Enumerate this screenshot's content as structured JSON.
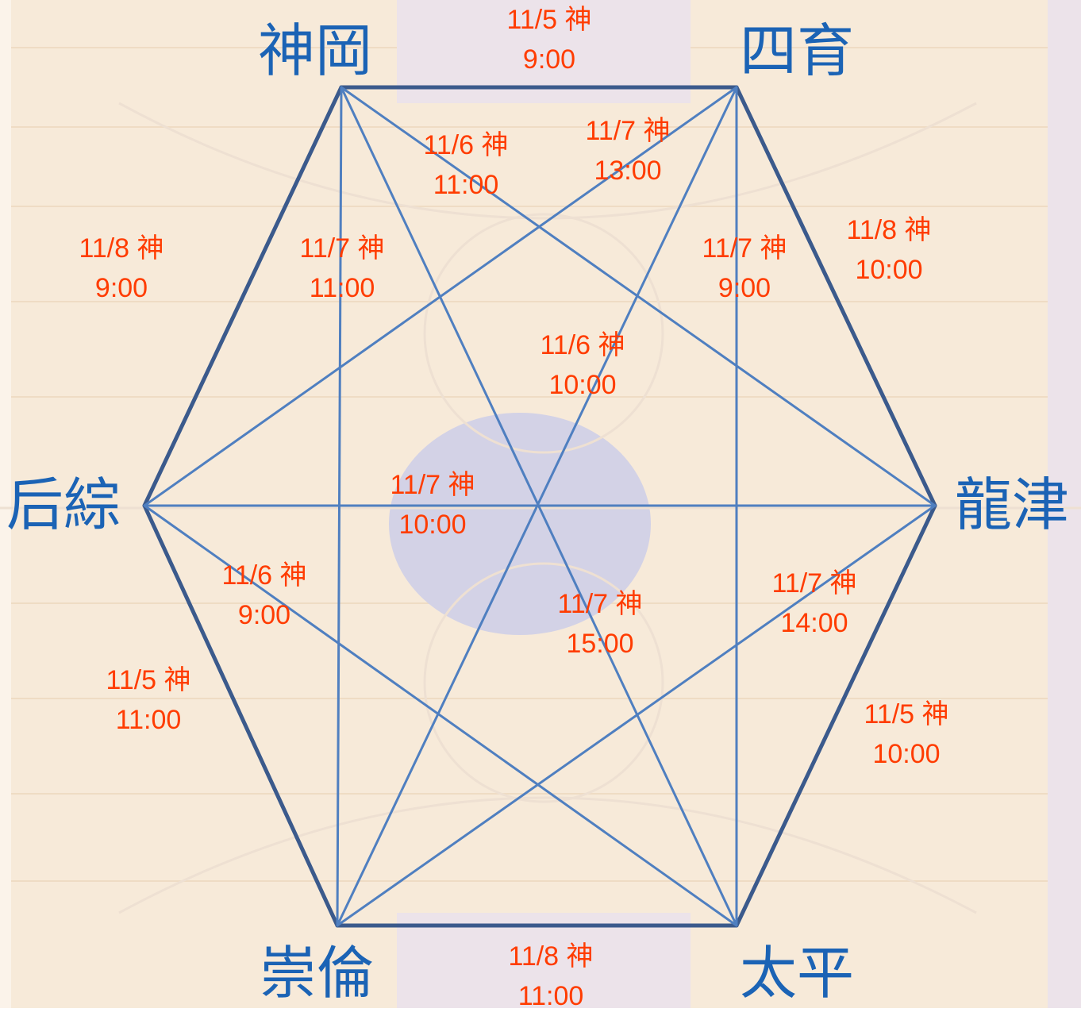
{
  "colors": {
    "team_text": "#1b63b5",
    "match_text": "#ff3c00",
    "outer_edge": "#3b5a8c",
    "inner_edge": "#4f7fc0"
  },
  "teams": {
    "shengang": "神岡",
    "siyu": "四育",
    "longjin": "龍津",
    "taiping": "太平",
    "chonglun": "崇倫",
    "houzong": "后綜"
  },
  "matches": [
    {
      "date": "11/5 神",
      "time": "9:00"
    },
    {
      "date": "11/8 神",
      "time": "10:00"
    },
    {
      "date": "11/5 神",
      "time": "10:00"
    },
    {
      "date": "11/8 神",
      "time": "11:00"
    },
    {
      "date": "11/5 神",
      "time": "11:00"
    },
    {
      "date": "11/8 神",
      "time": "9:00"
    },
    {
      "date": "11/6 神",
      "time": "11:00"
    },
    {
      "date": "11/7 神",
      "time": "13:00"
    },
    {
      "date": "11/7 神",
      "time": "11:00"
    },
    {
      "date": "11/7 神",
      "time": "9:00"
    },
    {
      "date": "11/6 神",
      "time": "10:00"
    },
    {
      "date": "11/7 神",
      "time": "10:00"
    },
    {
      "date": "11/6 神",
      "time": "9:00"
    },
    {
      "date": "11/7 神",
      "time": "15:00"
    },
    {
      "date": "11/7 神",
      "time": "14:00"
    }
  ]
}
